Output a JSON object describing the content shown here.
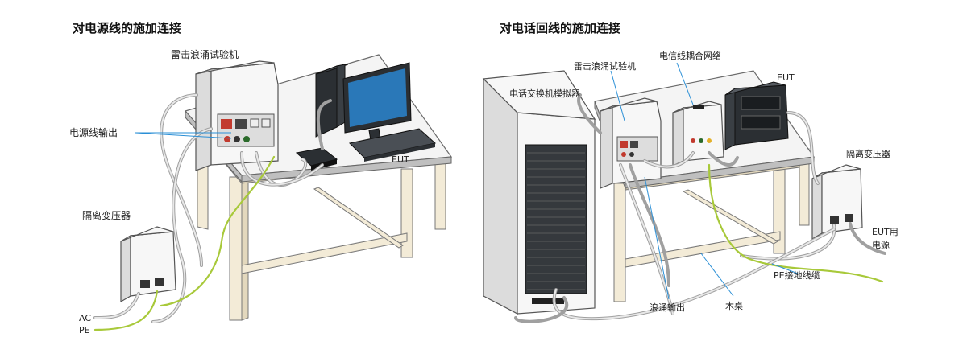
{
  "left_diagram": {
    "title": "对电源线的施加连接",
    "labels": {
      "surge_generator": "雷击浪涌试验机",
      "power_output": "电源线输出",
      "eut": "EUT",
      "isolation_transformer": "隔离变压器",
      "ac": "AC",
      "pe": "PE"
    }
  },
  "right_diagram": {
    "title": "对电话回线的施加连接",
    "labels": {
      "surge_generator": "雷击浪涌试验机",
      "coupling_network": "电信线耦合网络",
      "eut": "EUT",
      "exchange_simulator": "电话交换机模拟器",
      "isolation_transformer": "隔离变压器",
      "eut_power_line1": "EUT用",
      "eut_power_line2": "电源",
      "pe_ground_cable": "PE接地线缆",
      "surge_output": "浪涌输出",
      "wooden_table": "木桌"
    }
  },
  "colors": {
    "leader_line": "#2a8fd6",
    "ground_cable": "#a8c93a",
    "screen": "#2a78b8"
  }
}
